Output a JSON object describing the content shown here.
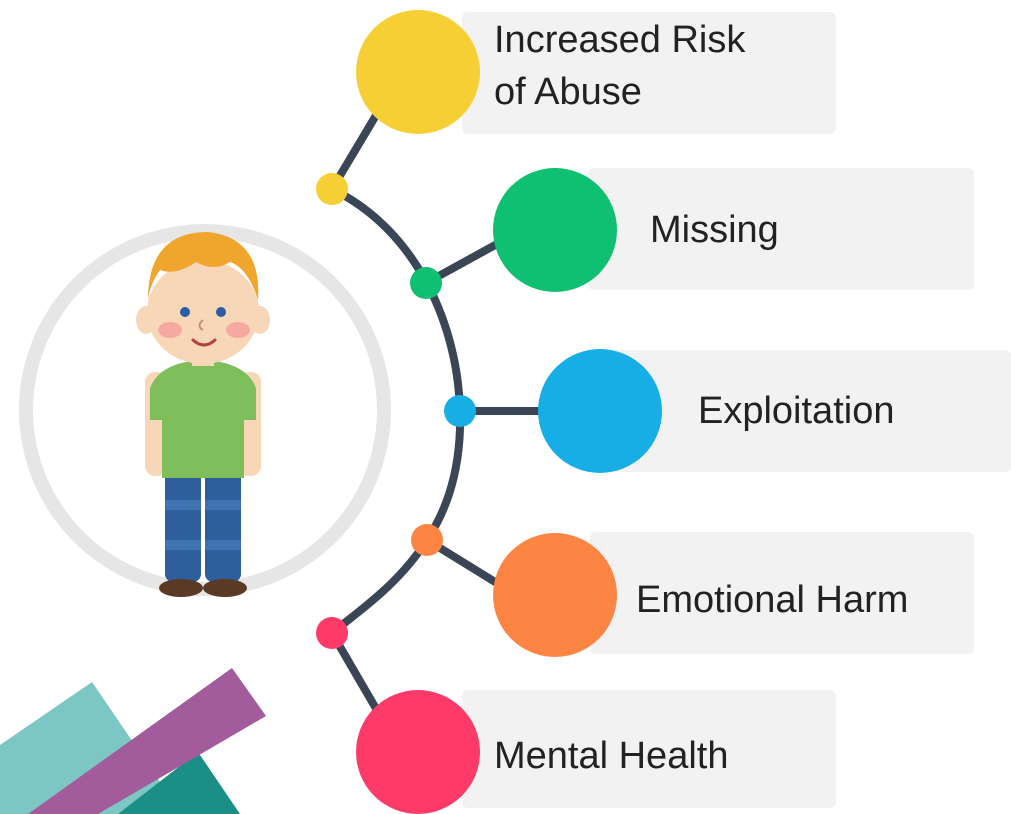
{
  "colors": {
    "spine": "#3a4556",
    "yellow": "#f5cf34",
    "green": "#0fbf72",
    "blue": "#17aee6",
    "orange": "#fd8543",
    "pink": "#fe3b68",
    "card": "#f2f2f2",
    "text": "#222222",
    "ring": "#e6e6e6",
    "teal_light": "#7cc7c4",
    "teal_dark": "#1b8f86",
    "purple": "#a25c9c"
  },
  "items": [
    {
      "label": "Increased Risk of Abuse",
      "line1": "Increased Risk",
      "line2": "of Abuse",
      "color_key": "yellow"
    },
    {
      "label": "Missing",
      "color_key": "green"
    },
    {
      "label": "Exploitation",
      "color_key": "blue"
    },
    {
      "label": "Emotional Harm",
      "color_key": "orange"
    },
    {
      "label": "Mental Health",
      "color_key": "pink"
    }
  ],
  "illustration": {
    "subject": "child-figure"
  }
}
